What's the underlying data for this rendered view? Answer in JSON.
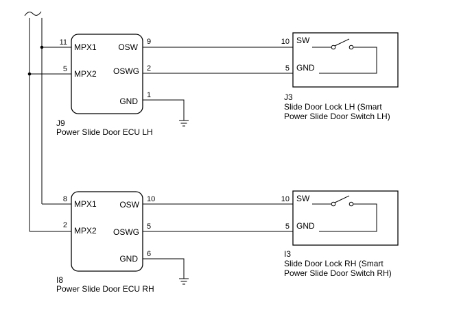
{
  "ecu_lh": {
    "connector": "J9",
    "name": "Power Slide Door ECU LH",
    "mpx1_label": "MPX1",
    "mpx1_pin": "11",
    "mpx2_label": "MPX2",
    "mpx2_pin": "5",
    "osw_label": "OSW",
    "osw_pin": "9",
    "oswg_label": "OSWG",
    "oswg_pin": "2",
    "gnd_label": "GND",
    "gnd_pin": "1"
  },
  "ecu_rh": {
    "connector": "I8",
    "name": "Power Slide Door ECU RH",
    "mpx1_label": "MPX1",
    "mpx1_pin": "8",
    "mpx2_label": "MPX2",
    "mpx2_pin": "2",
    "osw_label": "OSW",
    "osw_pin": "10",
    "oswg_label": "OSWG",
    "oswg_pin": "5",
    "gnd_label": "GND",
    "gnd_pin": "6"
  },
  "switch_lh": {
    "connector": "J3",
    "name_line1": "Slide Door Lock LH (Smart",
    "name_line2": "Power Slide Door Switch LH)",
    "sw_label": "SW",
    "sw_pin": "10",
    "gnd_label": "GND",
    "gnd_pin": "5"
  },
  "switch_rh": {
    "connector": "I3",
    "name_line1": "Slide Door Lock RH (Smart",
    "name_line2": "Power Slide Door Switch RH)",
    "sw_label": "SW",
    "sw_pin": "10",
    "gnd_label": "GND",
    "gnd_pin": "5"
  }
}
